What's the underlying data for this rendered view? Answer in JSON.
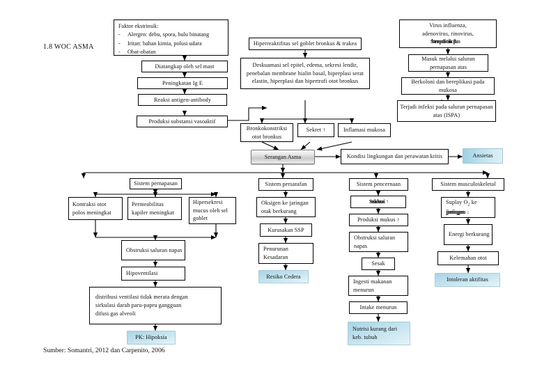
{
  "page": {
    "title": "1.8 WOC  ASMA",
    "source": "Sumber: Somantri, 2012  dan Carpenito, 2006"
  },
  "colors": {
    "stroke": "#000000",
    "highlight_grey": "#c9c9c9",
    "highlight_blue": "#9ed2e3",
    "background": "#ffffff"
  },
  "nodes": {
    "faktor_ekstrinsik": {
      "heading": "Faktor ekstrinsik:",
      "items": [
        "Alergen: debu, spora, bulu binatang",
        "Iritan: bahan kimia, polusi udara",
        "Obat-obatan"
      ],
      "bullet": "-"
    },
    "sel_mast": "Diatangkap oleh sel mast",
    "ig_e": "Peningkatan Ig E",
    "reaksi_antigen": "Reaksi antigen-antibody",
    "vasoaktif": "Produksi substansi vasoaktif",
    "hiperreaktifitas": "Hiperreaktifitas sel goblet bronkus & trakea",
    "deskuamasi": "Deskuamasi sel epitel, edema, sekresi lendir, penebalan membrane hialin basal, hiperplasi serat elastin, hiperplasi dan hipertrofi otot bronkus",
    "deskuamasi_lines": [
      "Deskuamasi sel epitel, edema, sekresi lendir,",
      "penebalan membrane hialin basal, hiperplasi serat",
      "elastin, hiperplasi dan hipertrofi otot bronkus"
    ],
    "virus": {
      "line1": "Virus influenza,",
      "line2": "adenovirus, rinovirus,",
      "line3_a": "Streptococcus",
      "line3_b": "hemolitik β"
    },
    "masuk_saluran": "Masuk melalui saluran pernapasan atas",
    "berkoloni": "Berkoloni dan bereplikasi pada mukosa",
    "ispa": "Terjadi infeksi pada saluran pernapasan atas (ISPA)",
    "bronkokonstriksi": "Bronkokonstriksi otot bronkus",
    "sekret": "Sekret ↑",
    "inflamasi": "Inflamasi mukosa",
    "serangan_asma": "Serangan Asma",
    "kondisi_lingkungan": "Kondisi lingkungan dan perawatan kritis",
    "ansietas": "Ansietas",
    "sistem_pernapasan": "Sistem pernapasan",
    "kontraksi_otot": "Kontraksi otot polos meningkat",
    "permeabilitas": "Permeabilitas kapiler meningkat",
    "hipersekresi": "Hipersekresi mucus oleh sel goblet",
    "obstruksi_1": "Obstruksi saluran napas",
    "hipoventilasi": "Hipoventilasi",
    "distribusi": "distribusi ventilasi tidak merata dengan sirkulasi darah paru-papru gangguan difusi gas alveoli",
    "distribusi_lines": [
      "distribusi ventilasi tidak merata dengan",
      "sirkulasi darah paru-papru gangguan",
      "difusi gas alveoli"
    ],
    "pk_hipoksia": "PK: Hipoksia",
    "sistem_persarafan": "Sistem persarafan",
    "oksigen_otak": "Oksigen ke jaringan otak berkurang",
    "kurusakan_ssp": "Kurusakan SSP",
    "penurunan_kesadaran": "Penurunan Kesadaran",
    "resiko_cedera": "Resiko Cedera",
    "sistem_pencernaan": "Sistem pencernaan",
    "sekresi_mukus_a": "Sekresi",
    "sekresi_mukus_b": "mukus ↑",
    "produksi_mukus": "Produksi mukus ↑",
    "obstruksi_2": "Obstruksi saluran napas",
    "sesak": "Sesak",
    "ingesti": "Ingesti makanan menurun",
    "intake": "Intake menurun",
    "nutrisi": "Nutrisi kurang dari keb. tubuh",
    "sistem_musculoskeletal": "Sistem musculoskeletal",
    "suplay_o2_a": "Suplay O",
    "suplay_o2_sub": "2",
    "suplay_o2_c": " ke",
    "suplay_o2_b1": "jaringan",
    "suplay_o2_b2": "jaringan ↓",
    "energi": "Energi berkurang",
    "kelemahan": "Kelemahan otot",
    "intoleran": "Intoleran aktifitas"
  }
}
